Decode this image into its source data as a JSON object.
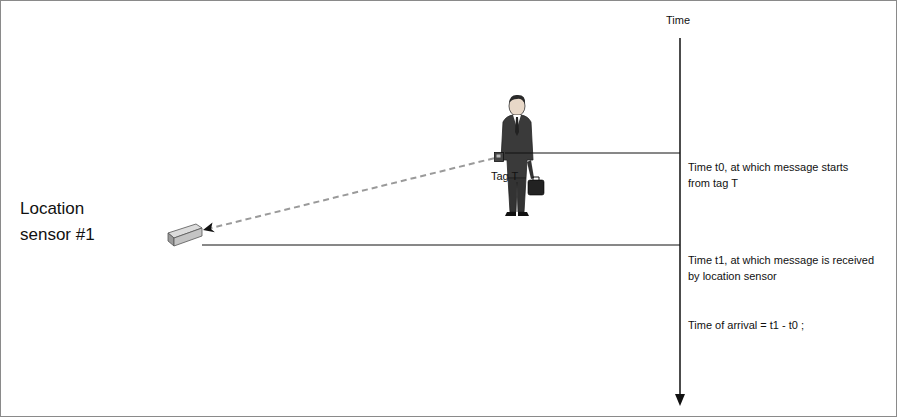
{
  "diagram": {
    "nodes": [
      {
        "text": [
          "Location sensor #1"
        ]
      },
      {
        "text": [
          "Tag T"
        ]
      }
    ],
    "edges": [
      {
        "from": 1,
        "to": 0,
        "arrow": "to"
      }
    ],
    "labels": [
      "Time",
      "Time t0, at which message starts from tag T",
      "Time t1, at which message is received by location sensor",
      "Time of arrival = t1 - t0 ;"
    ]
  }
}
